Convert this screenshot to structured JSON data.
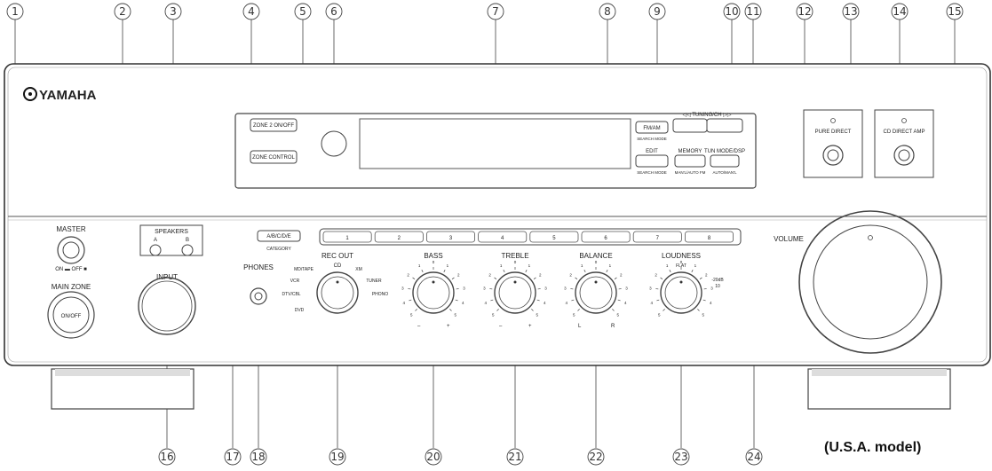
{
  "brand": {
    "logo_text": "YAMAHA"
  },
  "callouts": [
    "1",
    "2",
    "3",
    "4",
    "5",
    "6",
    "7",
    "8",
    "9",
    "10",
    "11",
    "12",
    "13",
    "14",
    "15",
    "16",
    "17",
    "18",
    "19",
    "20",
    "21",
    "22",
    "23",
    "24"
  ],
  "labels": {
    "master": "MASTER",
    "on_off": "ON ▬ OFF ■",
    "speakers": "SPEAKERS",
    "speaker_a": "A",
    "speaker_b": "B",
    "main_zone": "MAIN ZONE",
    "on_off_btn": "ON/OFF",
    "input": "INPUT",
    "zone2_onoff": "ZONE 2 ON/OFF",
    "zone_control": "ZONE CONTROL",
    "abcde": "A/B/C/D/E",
    "category": "CATEGORY",
    "phones": "PHONES",
    "fm_am": "FM/AM",
    "search_mode": "SEARCH MODE",
    "edit": "EDIT",
    "memory": "MEMORY",
    "mem_sub": "MAN'L/AUTO FM",
    "tuning": "◁◁ TUNING/CH ▷▷",
    "tun_mode": "TUN MODE/DSP",
    "auto_man": "AUTO/MAN'L",
    "pure_direct": "PURE DIRECT",
    "cd_direct_amp": "CD DIRECT AMP",
    "volume": "VOLUME",
    "presets": [
      "1",
      "2",
      "3",
      "4",
      "5",
      "6",
      "7",
      "8"
    ],
    "rec_out": "REC OUT",
    "rec_out_sources": {
      "md_tape": "MD/TAPE",
      "cd": "CD",
      "xm": "XM",
      "vcr": "VCR",
      "tuner": "TUNER",
      "dtv_cbl": "DTV/CBL",
      "phono": "PHONO",
      "dvd": "DVD"
    },
    "bass": "BASS",
    "treble": "TREBLE",
    "balance": "BALANCE",
    "loudness": "LOUDNESS",
    "flat": "FLAT",
    "loud_db": "-20dB",
    "loud_10": "10",
    "tone_marks": [
      "0",
      "1",
      "2",
      "3",
      "4",
      "5"
    ],
    "minus": "–",
    "plus": "+",
    "left": "L",
    "right": "R"
  },
  "model_note": "(U.S.A. model)"
}
